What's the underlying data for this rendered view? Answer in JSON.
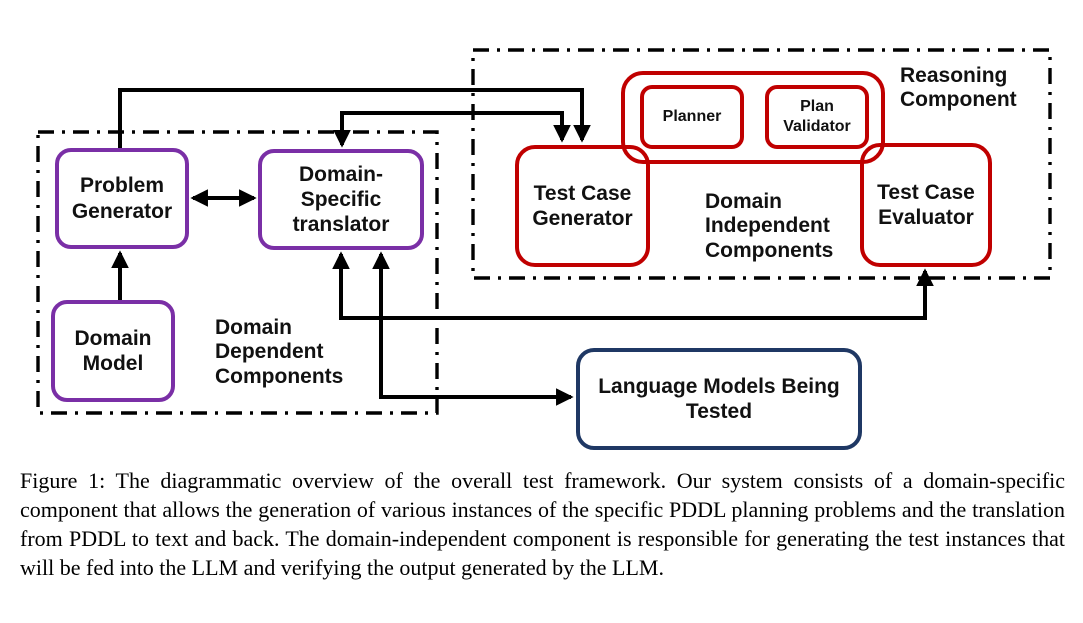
{
  "colors": {
    "purple": "#7a2fa6",
    "red": "#c00000",
    "navy": "#1f3864",
    "line": "#000000"
  },
  "diagram": {
    "boxes": {
      "problem_generator": {
        "label": "Problem\nGenerator"
      },
      "domain_translator": {
        "label": "Domain-\nSpecific\ntranslator"
      },
      "domain_model": {
        "label": "Domain\nModel"
      },
      "test_case_generator": {
        "label": "Test Case\nGenerator"
      },
      "test_case_evaluator": {
        "label": "Test Case\nEvaluator"
      },
      "planner": {
        "label": "Planner"
      },
      "plan_validator": {
        "label": "Plan\nValidator"
      },
      "language_models": {
        "label": "Language Models Being\nTested"
      }
    },
    "group_labels": {
      "domain_dependent": "Domain\nDependent\nComponents",
      "domain_independent": "Domain\nIndependent\nComponents",
      "reasoning": "Reasoning\nComponent"
    }
  },
  "caption": "Figure 1: The diagrammatic overview of the overall test framework. Our system consists of a domain-specific component that allows the generation of various instances of the specific PDDL planning problems and the translation from PDDL to text and back. The domain-independent component is responsible for generating the test instances that will be fed into the LLM and verifying the output generated by the LLM."
}
